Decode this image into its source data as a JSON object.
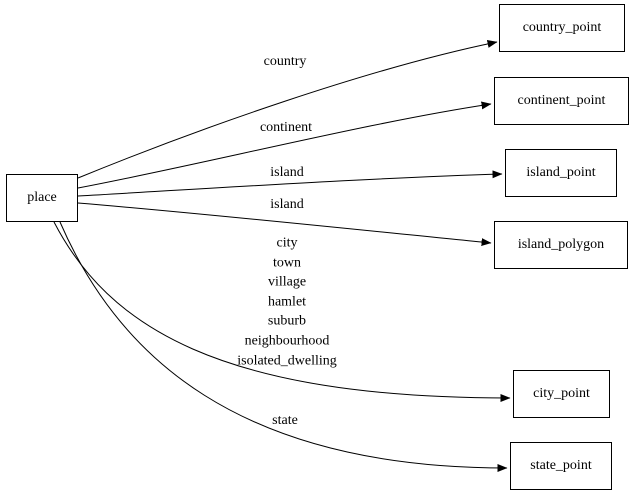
{
  "diagram": {
    "type": "directed-graph",
    "colors": {
      "background": "#ffffff",
      "stroke": "#000000",
      "text": "#000000"
    },
    "source_node": {
      "label": "place"
    },
    "target_nodes": [
      {
        "label": "country_point"
      },
      {
        "label": "continent_point"
      },
      {
        "label": "island_point"
      },
      {
        "label": "island_polygon"
      },
      {
        "label": "city_point"
      },
      {
        "label": "state_point"
      }
    ],
    "edges": [
      {
        "from": "place",
        "to": "country_point",
        "label": "country"
      },
      {
        "from": "place",
        "to": "continent_point",
        "label": "continent"
      },
      {
        "from": "place",
        "to": "island_point",
        "label": "island"
      },
      {
        "from": "place",
        "to": "island_polygon",
        "label": "island"
      },
      {
        "from": "place",
        "to": "city_point",
        "label": "city\ntown\nvillage\nhamlet\nsuburb\nneighbourhood\nisolated_dwelling"
      },
      {
        "from": "place",
        "to": "state_point",
        "label": "state"
      }
    ]
  }
}
